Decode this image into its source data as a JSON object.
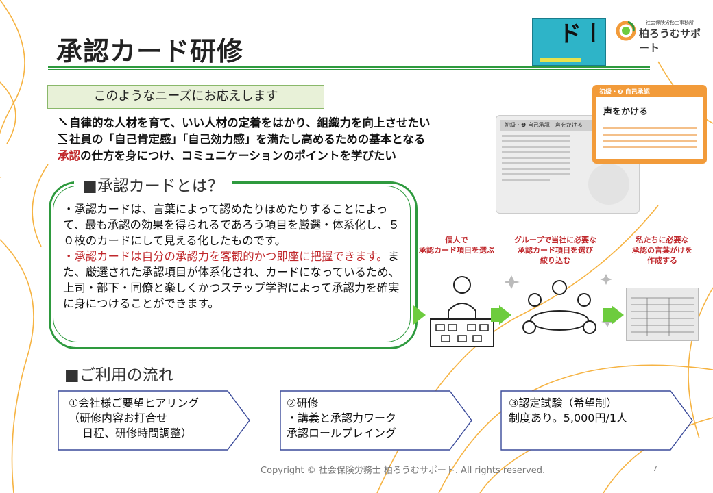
{
  "slide": {
    "title": "承認カード研修",
    "page_number": "7",
    "footer": "Copyright © 社会保険労務士 柏ろうむサポート. All rights reserved."
  },
  "book_cover": {
    "big_text": "承認カード"
  },
  "logo": {
    "org": "社会保険労務士事務所",
    "name": "柏ろうむサポート"
  },
  "needs": {
    "heading": "このようなニーズにお応えします",
    "line1": "自律的な人材を育て、いい人材の定着をはかり、組織力を向上させたい",
    "line2_pre": "社員の",
    "line2_u1": "「自己肯定感」「自己効力感」",
    "line2_post": "を満たし高めるための基本となる",
    "line3_red": "承認",
    "line3_post": "の仕方を身につけ、コミュニケーションのポイントを学びたい"
  },
  "card_section": {
    "heading": "■承認カードとは？",
    "para1": "・承認カードは、言葉によって認めたりほめたりすることによって、最も承認の効果を得られるであろう項目を厳選・体系化し、５０枚のカードにして見える化したものです。",
    "para2_red": "・承認カードは自分の承認力を客観的かつ即座に把握できます。",
    "para2_post": "また、厳選された承認項目が体系化され、カードになっているため、上司・部下・同僚と楽しくかつステップ学習によって承認力を確実に身につけることができます。"
  },
  "card_samples": {
    "gray_header": "初級・❸ 自己承認　声をかける",
    "orange_header": "初級・❸ 自己承認",
    "orange_title": "声をかける"
  },
  "steps": [
    {
      "label": "個人で\n承認カード項目を選ぶ"
    },
    {
      "label": "グループで当社に必要な\n承認カード項目を選び\n絞り込む"
    },
    {
      "label": "私たちに必要な\n承認の言葉がけを\n作成する"
    }
  ],
  "flow": {
    "heading": "■ご利用の流れ",
    "step1_line1": "①会社様ご要望ヒアリング",
    "step1_line2": "（研修内容お打合せ",
    "step1_line3": "日程、研修時間調整）",
    "step2_line1": "②研修",
    "step2_line2": "・講義と承認力ワーク",
    "step2_line3": "承認ロールプレイング",
    "step3_line1": "③認定試験（希望制）",
    "step3_line2": "制度あり。5,000円/1人"
  },
  "colors": {
    "accent_green": "#2e9a3e",
    "arrow_green": "#6dcc3e",
    "emphasis_red": "#c0282c",
    "card_orange": "#f29b3a",
    "deco_orange": "#f6b342",
    "flow_border": "#3a4a9a"
  }
}
